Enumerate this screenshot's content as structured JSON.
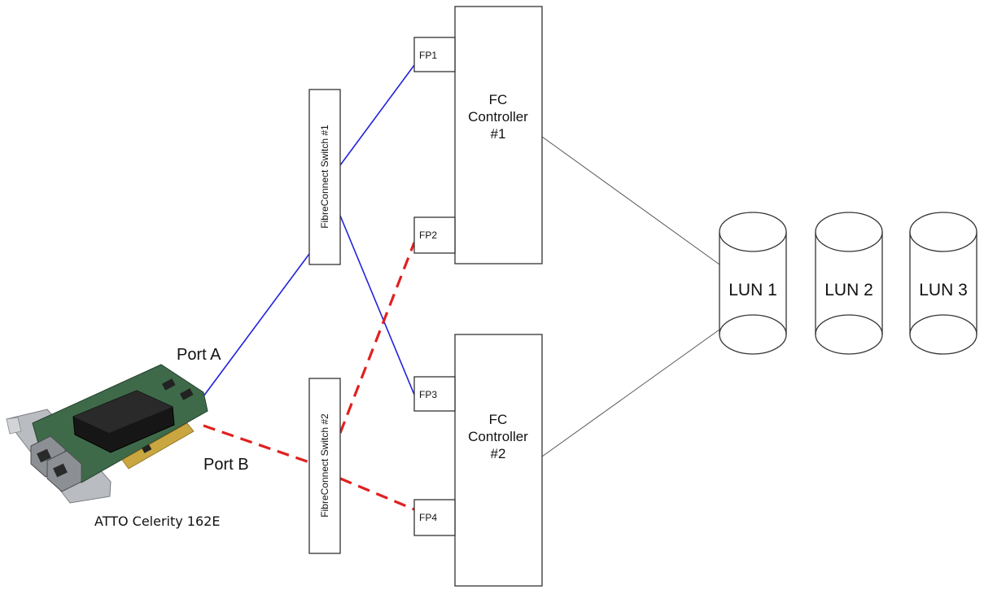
{
  "switches": [
    {
      "label": "FibreConnect Switch #1"
    },
    {
      "label": "FibreConnect Switch #2"
    }
  ],
  "controllers": [
    {
      "lines": [
        "FC",
        "Controller",
        "#1"
      ]
    },
    {
      "lines": [
        "FC",
        "Controller",
        "#2"
      ]
    }
  ],
  "fabric_ports": [
    "FP1",
    "FP2",
    "FP3",
    "FP4"
  ],
  "luns": [
    "LUN 1",
    "LUN 2",
    "LUN 3"
  ],
  "hba": {
    "caption": "ATTO Celerity 162E",
    "port_a": "Port A",
    "port_b": "Port B"
  },
  "colors": {
    "path_a": "#2222dd",
    "path_b": "#e02020",
    "storage_link": "#555555",
    "outline": "#333333"
  }
}
